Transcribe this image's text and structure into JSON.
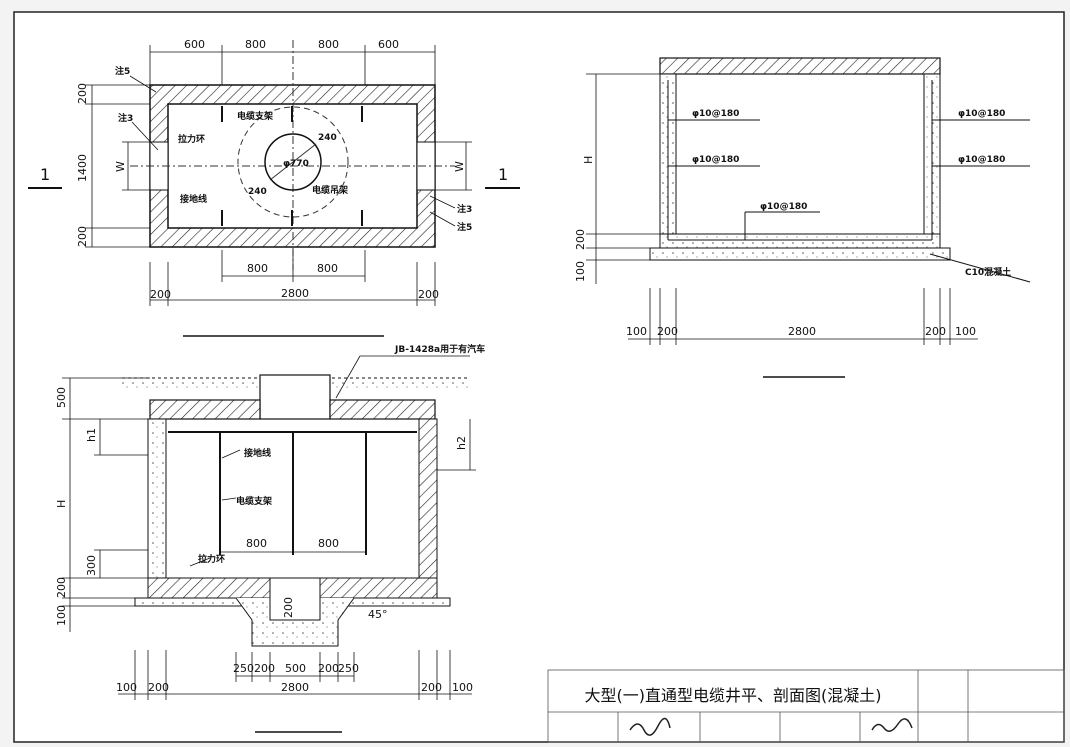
{
  "title": "大型(一)直通型电缆井平、剖面图(混凝土)",
  "plan": {
    "dims_top": [
      "600",
      "800",
      "800",
      "600"
    ],
    "dims_bottom": [
      "800",
      "800"
    ],
    "total_bottom": "2800",
    "side_left": [
      "200",
      "1400",
      "200"
    ],
    "wall_200_left": "200",
    "wall_200_right": "200",
    "w_left": "W",
    "w_right": "W",
    "section_mark_left": "1",
    "section_mark_right": "1",
    "note5_top": "注5",
    "note3_top": "注3",
    "note3_bottom": "注3",
    "note5_bottom": "注5",
    "pull_ring": "拉力环",
    "grounding": "接地线",
    "cable_bracket": "电缆支架",
    "cable_hanger": "电缆吊架",
    "diameter": "φ770",
    "r1": "240",
    "r2": "240"
  },
  "section_right": {
    "rebar1": "φ10@180",
    "rebar2": "φ10@180",
    "rebar3": "φ10@180",
    "rebar4": "φ10@180",
    "rebar5": "φ10@180",
    "h_label": "H",
    "dim_200": "200",
    "dim_100": "100",
    "concrete": "C10混凝土",
    "bottom_dims": [
      "100",
      "200",
      "2800",
      "200",
      "100"
    ]
  },
  "section_left": {
    "jb_note": "JB-1428a用于有汽车",
    "dim_500": "500",
    "h1": "h1",
    "h2": "h2",
    "h_label": "H",
    "dim_300": "300",
    "dim_200": "200",
    "dim_100": "100",
    "grounding": "接地线",
    "cable_bracket": "电缆支架",
    "pull_ring": "拉力环",
    "inner_dims": [
      "800",
      "800"
    ],
    "sump_200": "200",
    "angle": "45°",
    "sump_dims": [
      "250",
      "200",
      "500",
      "200",
      "250"
    ],
    "total": "2800",
    "bottom_dims": [
      "100",
      "200",
      "200",
      "100"
    ]
  }
}
